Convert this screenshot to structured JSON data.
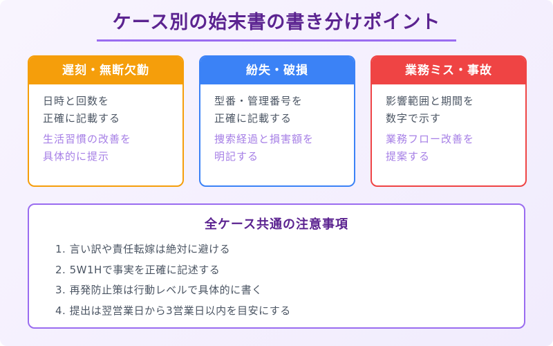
{
  "title": "ケース別の始末書の書き分けポイント",
  "colors": {
    "title": "#5b2390",
    "accent": "#9a6cf0",
    "text_primary": "#4b5563",
    "text_secondary": "#a67fe6"
  },
  "cards": [
    {
      "header": "遅刻・無断欠勤",
      "color": "#f59e0b",
      "primary": [
        "日時と回数を",
        "正確に記載する"
      ],
      "secondary": [
        "生活習慣の改善を",
        "具体的に提示"
      ]
    },
    {
      "header": "紛失・破損",
      "color": "#3b82f6",
      "primary": [
        "型番・管理番号を",
        "正確に記載する"
      ],
      "secondary": [
        "捜索経過と損害額を",
        "明記する"
      ]
    },
    {
      "header": "業務ミス・事故",
      "color": "#ef4444",
      "primary": [
        "影響範囲と期間を",
        "数字で示す"
      ],
      "secondary": [
        "業務フロー改善を",
        "提案する"
      ]
    }
  ],
  "common": {
    "title": "全ケース共通の注意事項",
    "items": [
      "1. 言い訳や責任転嫁は絶対に避ける",
      "2. 5W1Hで事実を正確に記述する",
      "3. 再発防止策は行動レベルで具体的に書く",
      "4. 提出は翌営業日から3営業日以内を目安にする"
    ]
  }
}
